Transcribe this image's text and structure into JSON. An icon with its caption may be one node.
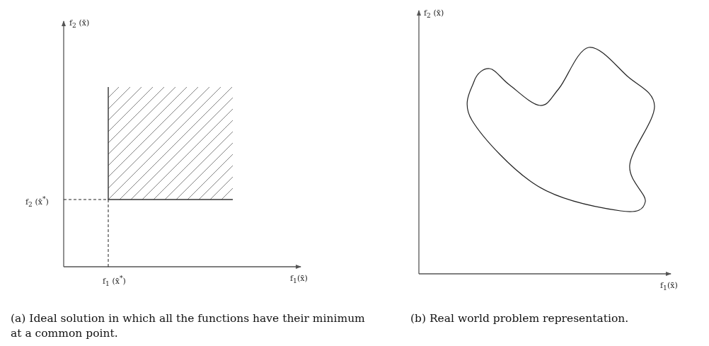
{
  "diagram": {
    "labels": [
      "f$_{2}$ (x̄)",
      "f$_{2}$ (x̄$^{*}$)",
      "f$_{1}$ (x̄$^{*}$)",
      "f$_{1}$(x̄)",
      "f$_{2}$ (x̄)",
      "f$_{1}$(x̄)",
      "(a) Ideal solution in which all the functions have their minimum at a common point.",
      "(b) Real world problem representation."
    ]
  }
}
